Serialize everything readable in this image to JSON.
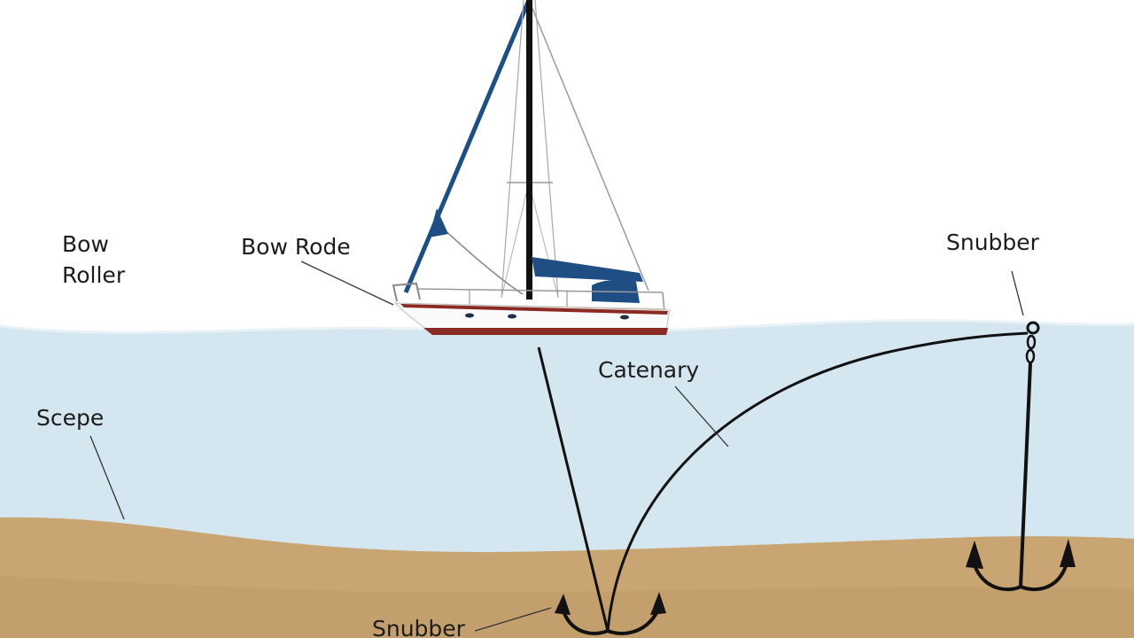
{
  "labels": {
    "bow_roller_line1": "Bow",
    "bow_roller_line2": "Roller",
    "bow_rode": "Bow Rode",
    "snubber_top": "Snubber",
    "catenary": "Catenary",
    "scope": "Scepe",
    "snubber_bottom": "Snubber"
  },
  "colors": {
    "sky": "#ffffff",
    "water": "#d4e6ef",
    "seabed": "#c9a574",
    "sail_blue": "#1f4e85",
    "hull_white": "#fafafa",
    "hull_stripe": "#8a2a22",
    "rode": "#111111"
  }
}
